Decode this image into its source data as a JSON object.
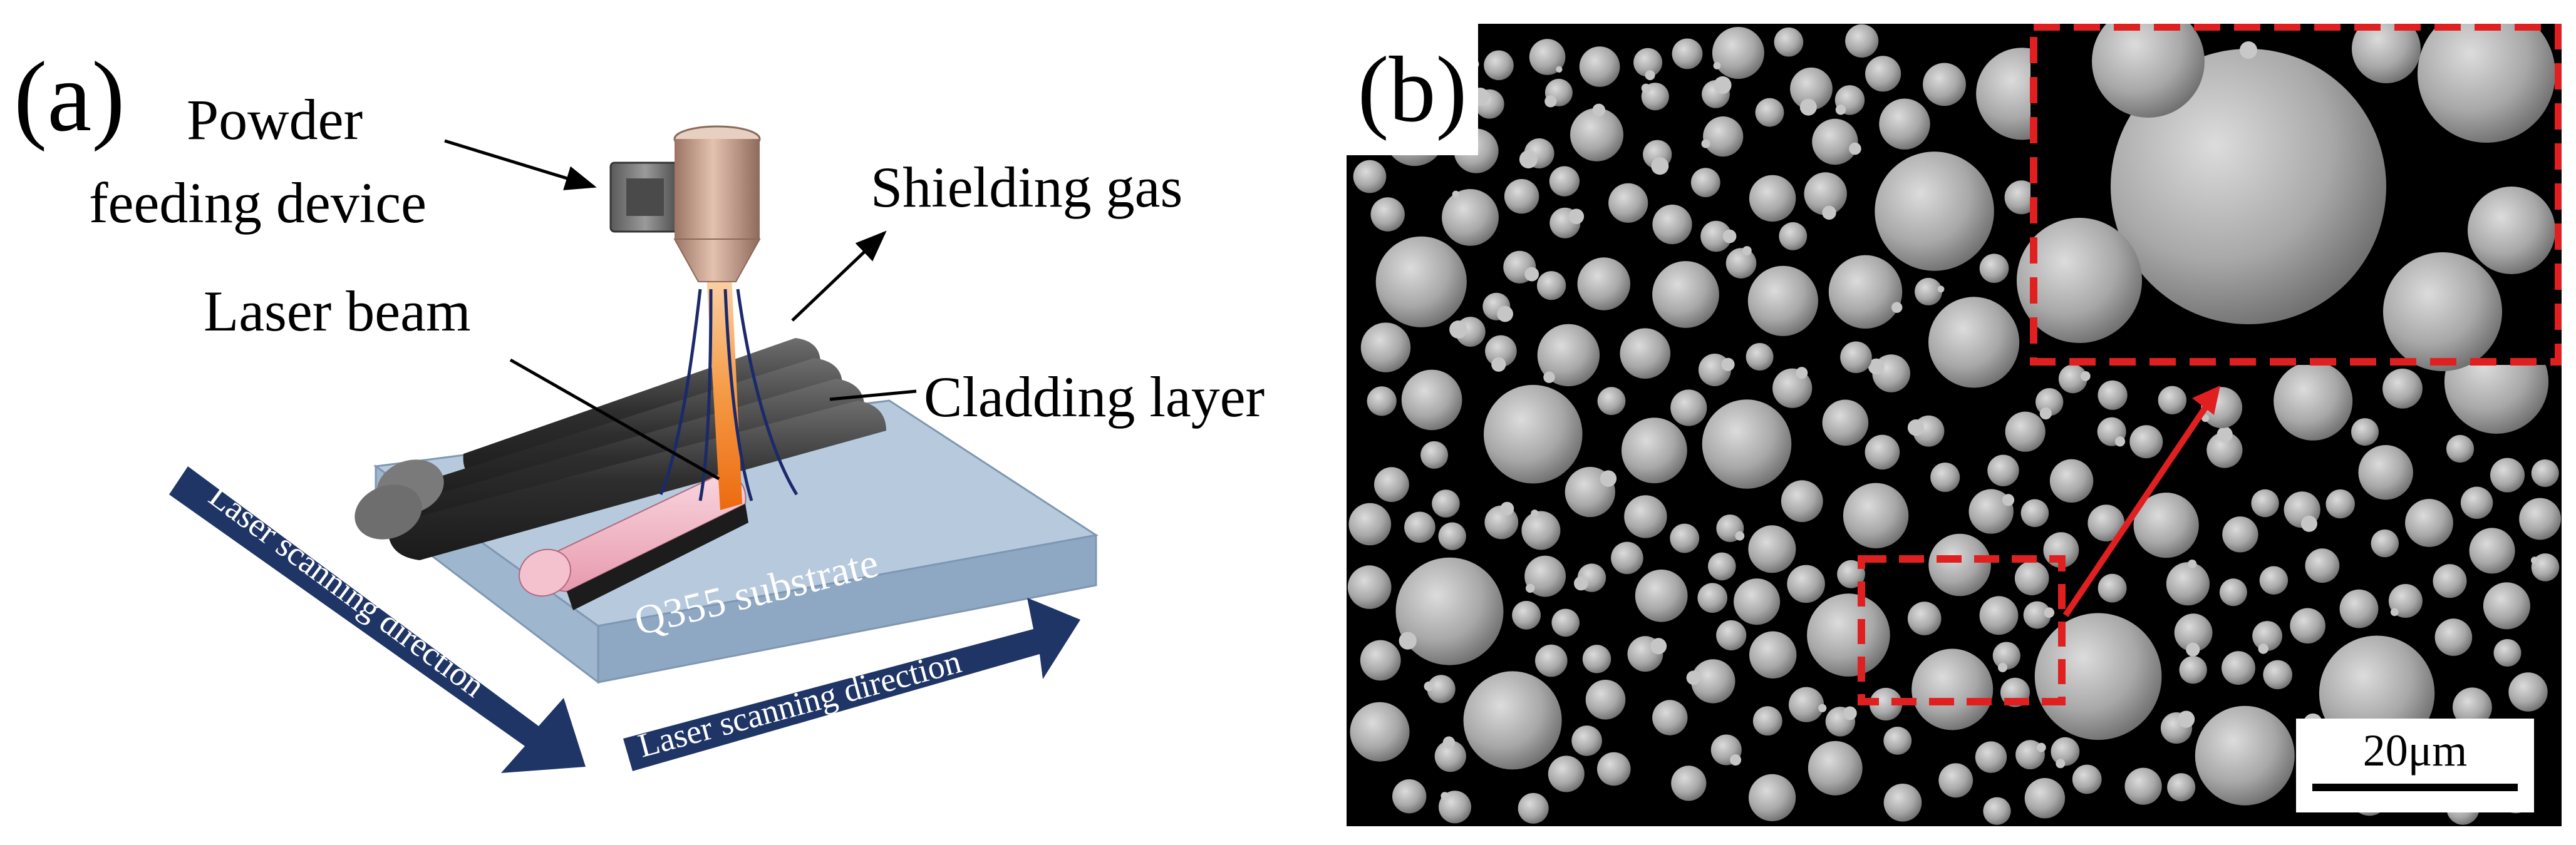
{
  "panel_a": {
    "label": "(a)",
    "labels": {
      "powder_line1": "Powder",
      "powder_line2": "feeding device",
      "shielding_gas": "Shielding gas",
      "laser_beam": "Laser beam",
      "cladding_layer": "Cladding layer",
      "substrate": "Q355 substrate",
      "scan_direction_left": "Laser scanning direction",
      "scan_direction_right": "Laser scanning direction"
    },
    "colors": {
      "arrow_fill": "#1f3566",
      "substrate_top": "#b5c9dc",
      "substrate_side": "#8ea6c1",
      "beam": "#f07820",
      "nozzle": "#c8a08c",
      "track_dark": "#3a3a3a",
      "track_pink": "#f2b8c6",
      "gas_line": "#1a2a6a"
    }
  },
  "panel_b": {
    "label": "(b)",
    "scale_bar_label": "20μm",
    "colors": {
      "background": "#000000",
      "particle": "#b4b4b4",
      "highlight_box": "#e02020"
    }
  }
}
